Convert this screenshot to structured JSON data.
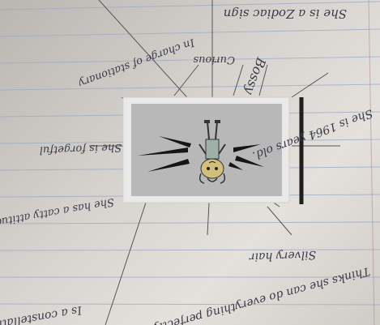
{
  "annotations": {
    "zodiac": "She is a Zodiac sign",
    "stationary": "In charge of stationary",
    "curious": "Curious",
    "bossy": "Bossy",
    "old": "She is 1964 years old.",
    "forgetful": "She is forgetful",
    "attitude": "She has a catty attitude",
    "silvery_hair": "Silvery hair",
    "perfectly": "Thinks she can do everything perfectly",
    "constellation": "Is a constellation"
  },
  "colors": {
    "paper": "#e1ded9",
    "rule_line": "#9aa8c4",
    "ink": "#3a3a48",
    "picture_frame": "#2a2a2a"
  },
  "figure_icon": "upside-down-cartoon-girl-icon"
}
